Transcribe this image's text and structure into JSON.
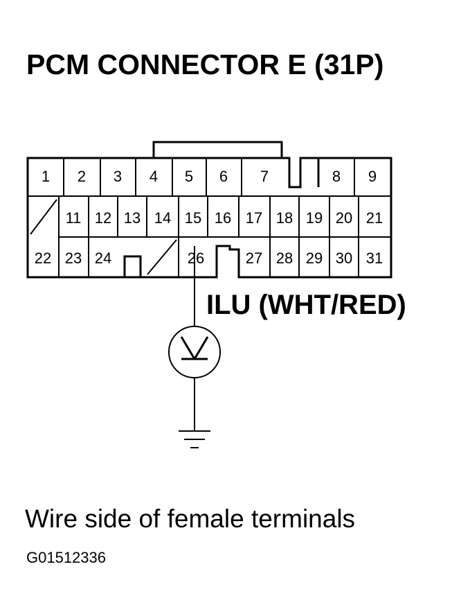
{
  "title": "PCM CONNECTOR E (31P)",
  "wire_label": "ILU (WHT/RED)",
  "caption": "Wire side of female terminals",
  "figure_code": "G01512336",
  "connector": {
    "row1": [
      "1",
      "2",
      "3",
      "4",
      "5",
      "6",
      "7",
      "8",
      "9"
    ],
    "row2": [
      "11",
      "12",
      "13",
      "14",
      "15",
      "16",
      "17",
      "18",
      "19",
      "20",
      "21"
    ],
    "row3": [
      "22",
      "23",
      "24",
      "26",
      "27",
      "28",
      "29",
      "30",
      "31"
    ]
  },
  "symbols": [
    "voltmeter-icon",
    "ground-icon"
  ]
}
